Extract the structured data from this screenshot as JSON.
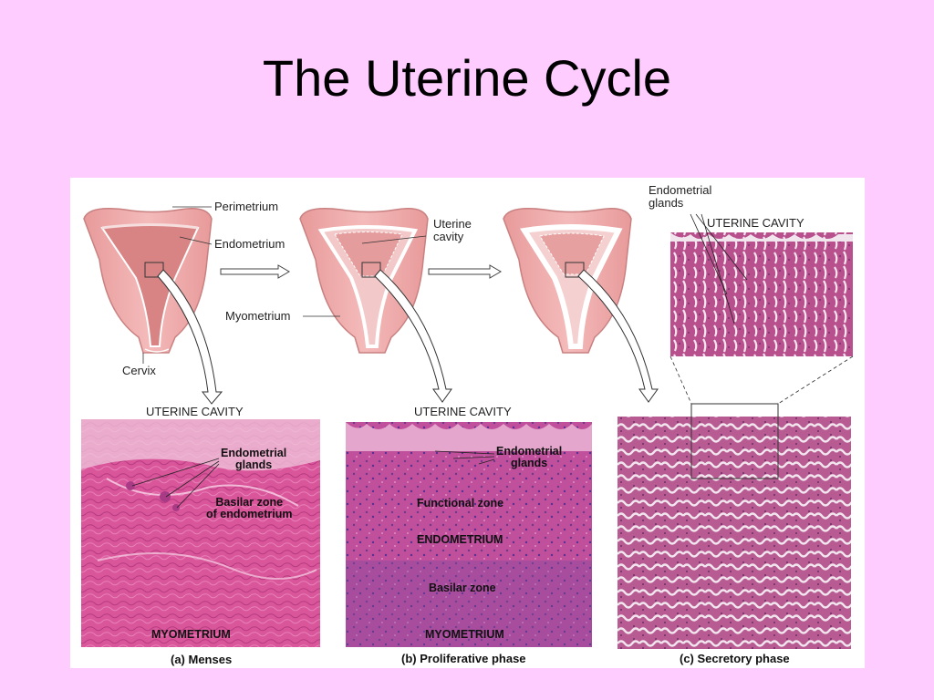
{
  "slide": {
    "title": "The Uterine Cycle"
  },
  "figure": {
    "labels": {
      "perimetrium": "Perimetrium",
      "endometrium": "Endometrium",
      "myometrium": "Myometrium",
      "cervix": "Cervix",
      "uterine_cavity_top": "Uterine\ncavity",
      "endometrial_glands_top": "Endometrial\nglands",
      "uterine_cavity_caps": "UTERINE CAVITY"
    },
    "panels": [
      {
        "cavity_label": "UTERINE CAVITY",
        "annotations": [
          "Endometrial\nglands",
          "Basilar zone\nof endometrium",
          "MYOMETRIUM"
        ],
        "caption": "(a) Menses"
      },
      {
        "cavity_label": "UTERINE CAVITY",
        "annotations": [
          "Endometrial\nglands",
          "Functional zone",
          "ENDOMETRIUM",
          "Basilar zone",
          "MYOMETRIUM"
        ],
        "caption": "(b) Proliferative phase"
      },
      {
        "cavity_label": "UTERINE CAVITY",
        "annotations": [],
        "caption": "(c) Secretory phase"
      }
    ]
  }
}
